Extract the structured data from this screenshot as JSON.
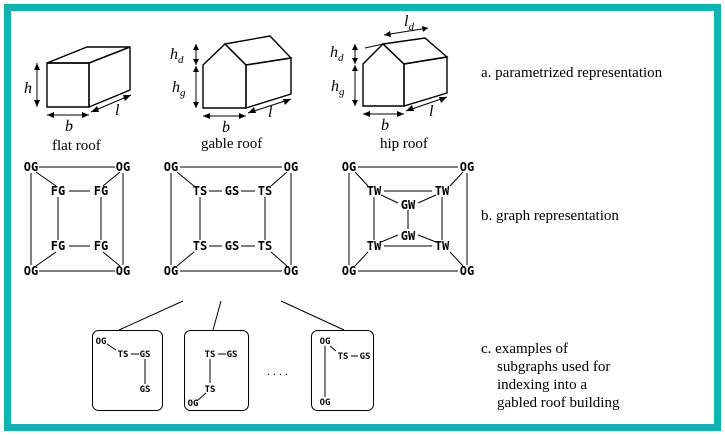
{
  "colors": {
    "frame": "#14b3b3",
    "ink": "#000000",
    "background": "#ffffff"
  },
  "houses": {
    "flat": {
      "caption": "flat roof",
      "h": "h",
      "b": "b",
      "l": "l"
    },
    "gable": {
      "caption": "gable roof",
      "hd": "h",
      "hd_sub": "d",
      "hg": "h",
      "hg_sub": "g",
      "b": "b",
      "l": "l"
    },
    "hip": {
      "caption": "hip roof",
      "ld": "l",
      "ld_sub": "d",
      "hd": "h",
      "hd_sub": "d",
      "hg": "h",
      "hg_sub": "g",
      "b": "b",
      "l": "l"
    }
  },
  "labels": {
    "a": "a. parametrized representation",
    "b": "b. graph representation",
    "c": [
      "c. examples of",
      "subgraphs used for",
      "indexing into a",
      "gabled roof building"
    ]
  },
  "graphs": {
    "og": "OG",
    "fg": "FG",
    "ts": "TS",
    "gs": "GS",
    "tw": "TW",
    "gw": "GW"
  },
  "ellipsis": ". . . ."
}
